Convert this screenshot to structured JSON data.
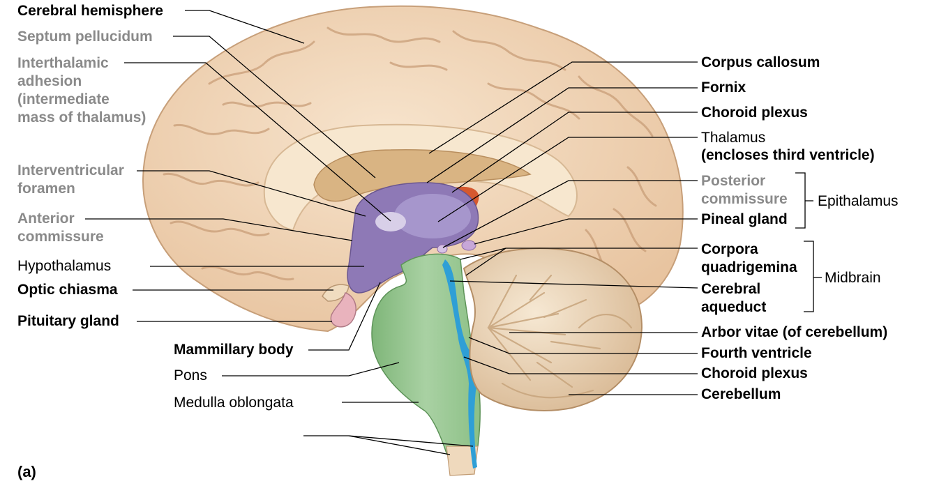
{
  "figure_label": "(a)",
  "left_labels": {
    "cerebral_hemisphere": "Cerebral hemisphere",
    "septum_pellucidum": "Septum pellucidum",
    "interthalamic_adhesion": "Interthalamic\nadhesion\n(intermediate\nmass of thalamus)",
    "interventricular_foramen": "Interventricular\nforamen",
    "anterior_commissure": "Anterior\ncommissure",
    "hypothalamus": "Hypothalamus",
    "optic_chiasma": "Optic chiasma",
    "pituitary_gland": "Pituitary gland",
    "mammillary_body": "Mammillary body",
    "pons": "Pons",
    "medulla_oblongata": "Medulla oblongata"
  },
  "right_labels": {
    "corpus_callosum": "Corpus callosum",
    "fornix": "Fornix",
    "choroid_plexus_upper": "Choroid plexus",
    "thalamus": "Thalamus",
    "thalamus_note": "(encloses third ventricle)",
    "posterior_commissure": "Posterior\ncommissure",
    "pineal_gland": "Pineal gland",
    "epithalamus": "Epithalamus",
    "corpora_quadrigemina": "Corpora\nquadrigemina",
    "cerebral_aqueduct": "Cerebral\naqueduct",
    "midbrain": "Midbrain",
    "arbor_vitae": "Arbor vitae (of cerebellum)",
    "fourth_ventricle": "Fourth ventricle",
    "choroid_plexus_lower": "Choroid plexus",
    "cerebellum": "Cerebellum"
  },
  "colors": {
    "cortex": "#f2d8bb",
    "cortex_shadow": "#c9a07a",
    "corpus_callosum": "#f7e7cf",
    "lateral_ventricle": "#d9b483",
    "diencephalon": "#8e79b6",
    "thalamus": "#9f8cc6",
    "brainstem": "#9fc79a",
    "ventricle_blue": "#2f9fd6",
    "choroid": "#d24a1f",
    "cerebellum": "#eedcc2",
    "pituitary": "#e9b3bd",
    "leader": "#000000"
  }
}
